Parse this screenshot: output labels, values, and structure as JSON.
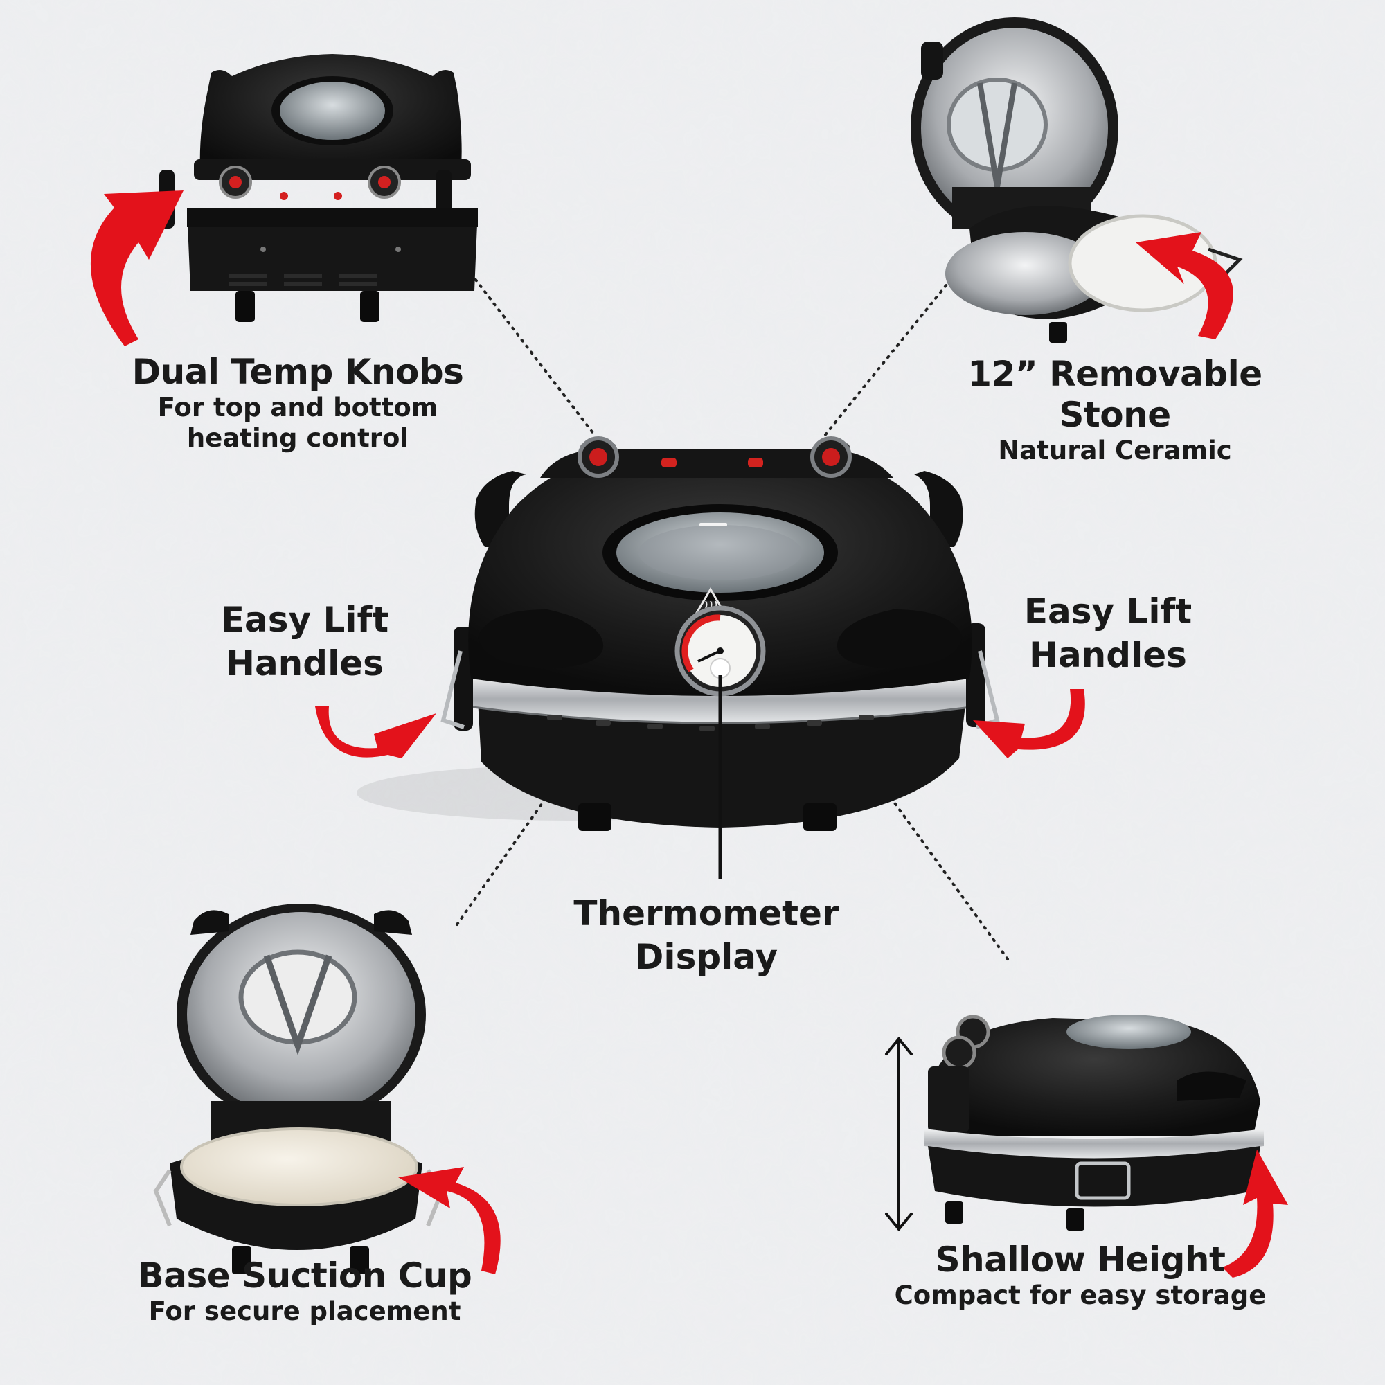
{
  "features": {
    "dual_temp_knobs": {
      "title": "Dual Temp Knobs",
      "subtitle_line1": "For top and bottom",
      "subtitle_line2": "heating control"
    },
    "removable_stone": {
      "title": "12” Removable Stone",
      "subtitle": "Natural Ceramic"
    },
    "easy_lift_left": {
      "line1": "Easy Lift",
      "line2": "Handles"
    },
    "easy_lift_right": {
      "line1": "Easy Lift",
      "line2": "Handles"
    },
    "thermometer": {
      "line1": "Thermometer",
      "line2": "Display"
    },
    "base_suction": {
      "title": "Base Suction Cup",
      "subtitle": "For secure placement"
    },
    "shallow_height": {
      "title": "Shallow Height",
      "subtitle": "Compact for easy storage"
    }
  },
  "colors": {
    "background": "#e9eaec",
    "accent_arrow": "#e3121b",
    "oven_body": "#1b1b1b",
    "steel": "#b9bcc0",
    "stone": "#efe9dc",
    "text": "#1a1a1a"
  },
  "icons": [
    "curved-arrow-icon",
    "double-arrow-icon",
    "heat-warning-icon"
  ]
}
